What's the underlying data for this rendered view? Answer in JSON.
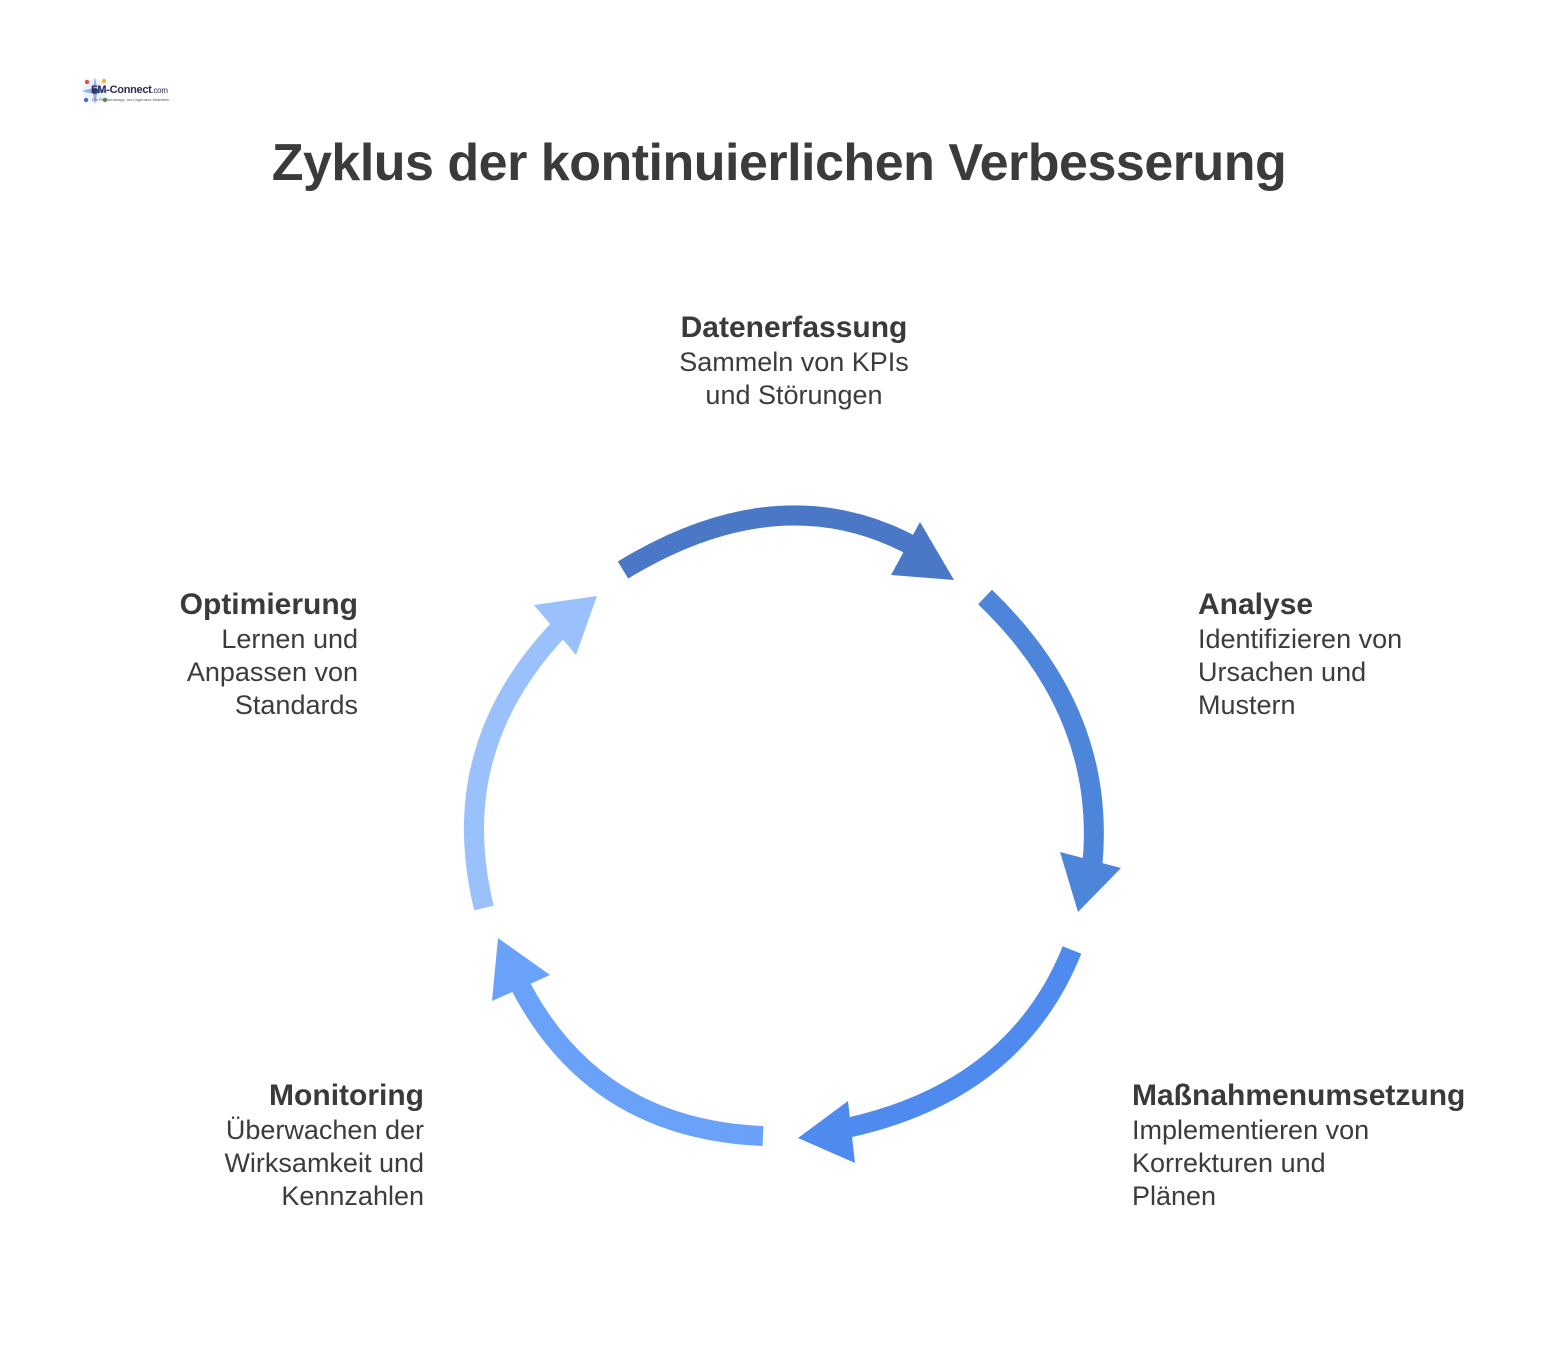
{
  "logo": {
    "brand": "FM-Connect",
    "domain": ".com",
    "tagline": "Die FM-Beratungs- und Ingenieur-Netzwerk"
  },
  "title": "Zyklus der kontinuierlichen Verbesserung",
  "colors": {
    "arrow_1": "#4a78c6",
    "arrow_2": "#4d85da",
    "arrow_3": "#4f8bef",
    "arrow_4": "#6aa1f9",
    "arrow_5": "#9bc1fc",
    "text": "#3a3a3a"
  },
  "stages": [
    {
      "id": "datenerfassung",
      "title": "Datenerfassung",
      "description": "Sammeln von KPIs\nund Störungen"
    },
    {
      "id": "analyse",
      "title": "Analyse",
      "description": "Identifizieren von\nUrsachen und\nMustern"
    },
    {
      "id": "massnahmenumsetzung",
      "title": "Maßnahmenumsetzung",
      "description": "Implementieren von\nKorrekturen und\nPlänen"
    },
    {
      "id": "monitoring",
      "title": "Monitoring",
      "description": "Überwachen der\nWirksamkeit und\nKennzahlen"
    },
    {
      "id": "optimierung",
      "title": "Optimierung",
      "description": "Lernen und\nAnpassen von\nStandards"
    }
  ]
}
